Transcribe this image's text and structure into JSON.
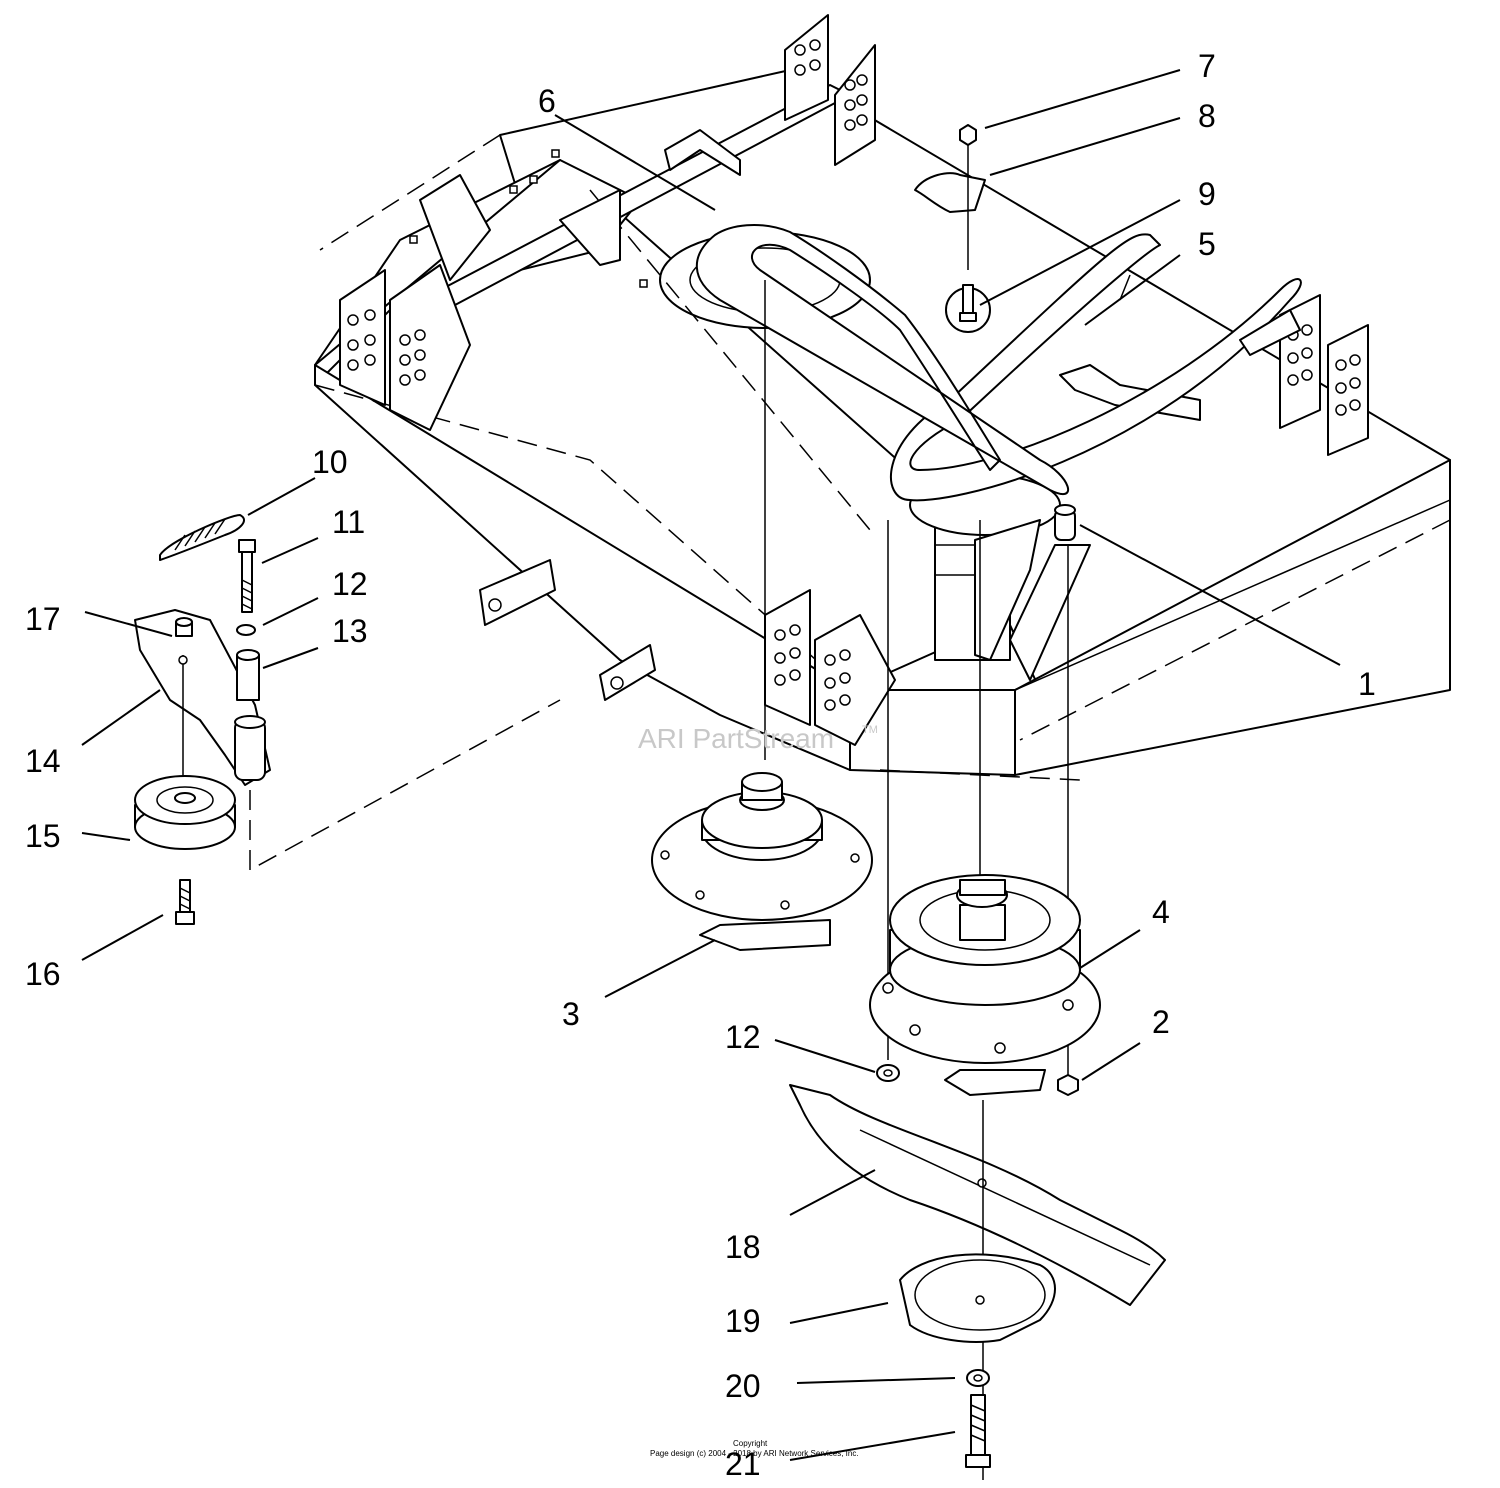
{
  "watermark": {
    "text": "ARI PartStream",
    "tm": "TM"
  },
  "copyright": {
    "line1": "Copyright",
    "line2": "Page design (c) 2004 - 2018 by ARI Network Services, Inc."
  },
  "callouts": {
    "c1": "1",
    "c2": "2",
    "c3": "3",
    "c4": "4",
    "c5": "5",
    "c6": "6",
    "c7": "7",
    "c8": "8",
    "c9": "9",
    "c10": "10",
    "c11": "11",
    "c12a": "12",
    "c12b": "12",
    "c13": "13",
    "c14": "14",
    "c15": "15",
    "c16": "16",
    "c17": "17",
    "c18": "18",
    "c19": "19",
    "c20": "20",
    "c21": "21"
  }
}
